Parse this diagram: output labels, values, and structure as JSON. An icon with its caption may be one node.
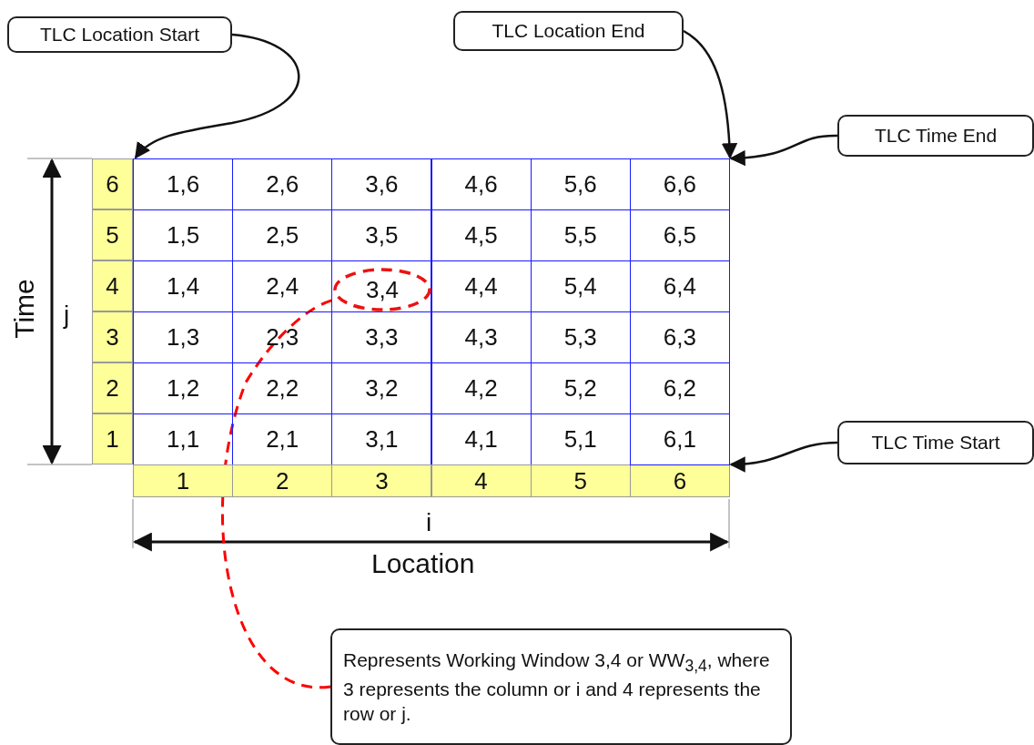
{
  "diagram": {
    "nodes": [
      {
        "text": [
          "TLC Location Start"
        ]
      },
      {
        "text": [
          "TLC Location End"
        ]
      },
      {
        "text": [
          "TLC Time End"
        ]
      },
      {
        "text": [
          "TLC Time Start"
        ]
      },
      {
        "text": [
          "Represents Working Window 3,4 or WW$_{3,4}$, where 3 represents the column or i and 4 represents the row or j."
        ]
      },
      {
        "text": [
          "3,4"
        ]
      },
      {
        "text": [
          "1,6"
        ]
      },
      {
        "text": [
          "6,6"
        ]
      },
      {
        "text": [
          "6,1"
        ]
      }
    ],
    "edges": [
      {
        "from": 0,
        "to": 6,
        "arrow": "to"
      },
      {
        "from": 1,
        "to": 7,
        "arrow": "to"
      },
      {
        "from": 2,
        "to": 7,
        "arrow": "to"
      },
      {
        "from": 3,
        "to": 8,
        "arrow": "to"
      },
      {
        "from": 4,
        "to": 5,
        "arrow": "none",
        "style": "dashed",
        "color": "#ff0000"
      }
    ],
    "labels": [
      "6",
      "2,6",
      "3,6",
      "4,6",
      "5,6",
      "5",
      "1,5",
      "2,5",
      "3,5",
      "4,5",
      "5,5",
      "6,5",
      "4",
      "1,4",
      "2,4",
      "4,4",
      "5,4",
      "6,4",
      "3",
      "1,3",
      "2,3",
      "3,3",
      "4,3",
      "5,3",
      "6,3",
      "2",
      "1,2",
      "2,2",
      "3,2",
      "4,2",
      "5,2",
      "6,2",
      "1",
      "1,1",
      "2,1",
      "3,1",
      "4,1",
      "5,1",
      "1",
      "2",
      "3",
      "4",
      "5",
      "6",
      "i",
      "Location",
      "Time",
      "j"
    ]
  }
}
